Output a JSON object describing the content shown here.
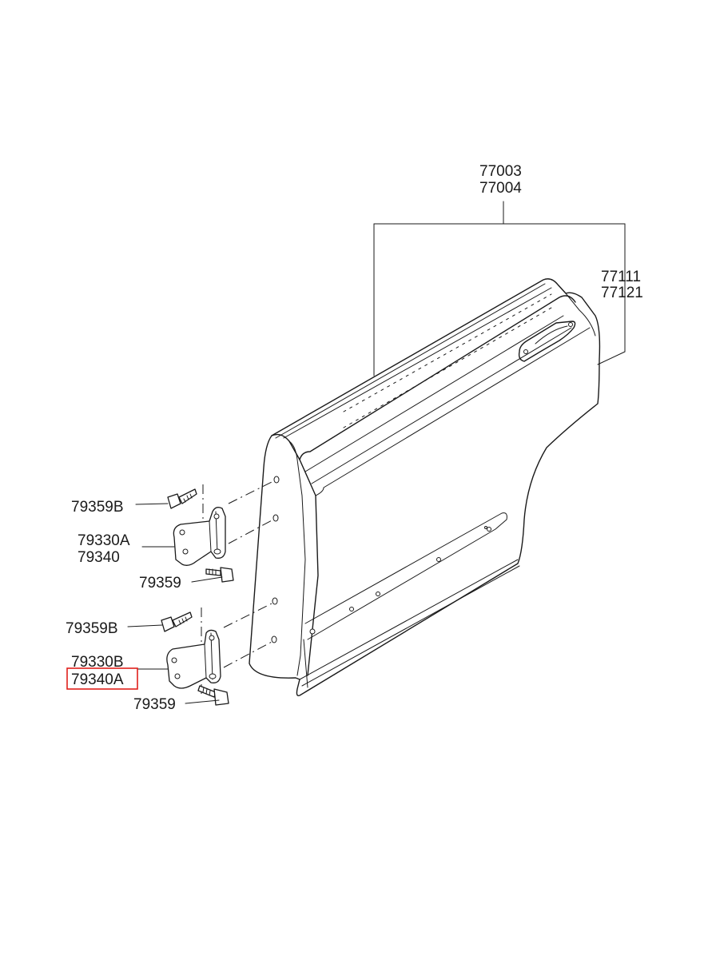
{
  "diagram": {
    "callouts": {
      "door_top": "77003",
      "door_bottom": "77004",
      "panel_top": "77111",
      "panel_bottom": "77121",
      "upper_bolt": "79359B",
      "upper_hinge_a": "79330A",
      "upper_hinge_b": "79340",
      "upper_screw": "79359",
      "lower_bolt": "79359B",
      "lower_hinge_a": "79330B",
      "lower_hinge_b": "79340A",
      "lower_screw": "79359"
    },
    "highlight": {
      "target": "79340A",
      "color": "#e0201b"
    },
    "line_color": "#1a1a1a"
  }
}
